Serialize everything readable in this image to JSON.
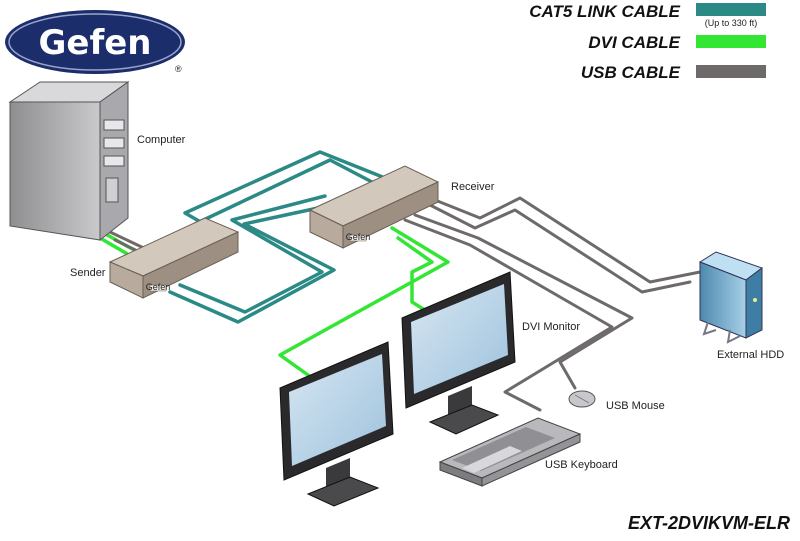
{
  "brand": {
    "logo_text": "Gefen",
    "registered": "®"
  },
  "legend": [
    {
      "label": "CAT5 LINK CABLE",
      "note": "(Up to 330 ft)",
      "color": "#2b8a86"
    },
    {
      "label": "DVI CABLE",
      "note": "",
      "color": "#33e633"
    },
    {
      "label": "USB CABLE",
      "note": "",
      "color": "#6e6a6a"
    }
  ],
  "devices": {
    "computer": "Computer",
    "sender": "Sender",
    "receiver": "Receiver",
    "dvi_monitor": "DVI Monitor",
    "external_hdd": "External HDD",
    "usb_mouse": "USB Mouse",
    "usb_keyboard": "USB Keyboard"
  },
  "unit_badge": "Gefen",
  "model": "EXT-2DVIKVM-ELR",
  "colors": {
    "cat5": "#2b8a86",
    "dvi": "#33e633",
    "usb": "#6e6a6a",
    "box": "#b8aa9c",
    "logo_bg": "#1c2d6b"
  }
}
